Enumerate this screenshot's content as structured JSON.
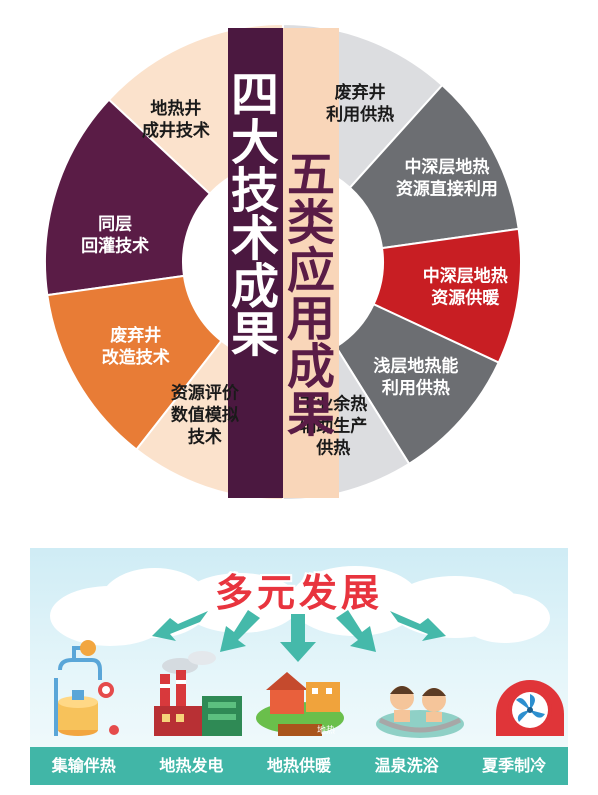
{
  "top": {
    "left_title": "四大技术成果",
    "right_title": "五类应用成果",
    "left_segments": [
      {
        "lines": [
          "地热井",
          "成井技术"
        ],
        "color": "#fbe2cc",
        "text_color": "#1a1a1a"
      },
      {
        "lines": [
          "同层",
          "回灌技术"
        ],
        "color": "#5a1c46",
        "text_color": "#ffffff"
      },
      {
        "lines": [
          "废弃井",
          "改造技术"
        ],
        "color": "#e87c36",
        "text_color": "#ffffff"
      },
      {
        "lines": [
          "资源评价",
          "数值模拟",
          "技术"
        ],
        "color": "#fbe2cc",
        "text_color": "#1a1a1a"
      }
    ],
    "right_segments": [
      {
        "lines": [
          "废弃井",
          "利用供热"
        ],
        "color": "#dcdde0",
        "text_color": "#1a1a1a"
      },
      {
        "lines": [
          "中深层地热",
          "资源直接利用"
        ],
        "color": "#6c6e72",
        "text_color": "#ffffff"
      },
      {
        "lines": [
          "中深层地热",
          "资源供暖"
        ],
        "color": "#c81e23",
        "text_color": "#ffffff"
      },
      {
        "lines": [
          "浅层地热能",
          "利用供热"
        ],
        "color": "#6c6e72",
        "text_color": "#ffffff"
      },
      {
        "lines": [
          "工业余热",
          "辅助生产",
          "供热"
        ],
        "color": "#dcdde0",
        "text_color": "#1a1a1a"
      }
    ],
    "colors": {
      "left_band": "#4b1840",
      "left_title": "#ffffff",
      "right_band": "#f9d6b9",
      "right_title": "#5a1c46"
    }
  },
  "bottom": {
    "title": "多元发展",
    "icon_overlay_text": "地热",
    "items": [
      {
        "label": "集输伴热",
        "icon": "pipeline-tank-icon"
      },
      {
        "label": "地热发电",
        "icon": "power-plant-icon"
      },
      {
        "label": "地热供暖",
        "icon": "greenhouse-heating-icon"
      },
      {
        "label": "温泉洗浴",
        "icon": "hot-spring-icon"
      },
      {
        "label": "夏季制冷",
        "icon": "fan-cooling-icon"
      }
    ],
    "colors": {
      "title": "#e8343e",
      "bar": "#41b6a7",
      "arrow": "#45b9aa"
    }
  }
}
